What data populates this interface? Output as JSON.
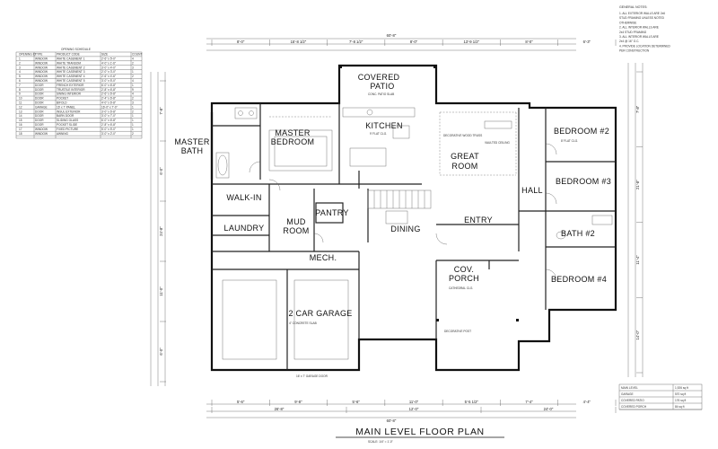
{
  "drawing": {
    "title": "MAIN LEVEL FLOOR PLAN",
    "scale": "SCALE: 1/4\" = 1'-0\""
  },
  "rooms": {
    "covered_patio": [
      "COVERED",
      "PATIO"
    ],
    "master_bath": [
      "MASTER",
      "BATH"
    ],
    "master_bedroom": [
      "MASTER",
      "BEDROOM"
    ],
    "kitchen": "KITCHEN",
    "great_room": [
      "GREAT",
      "ROOM"
    ],
    "bedroom2": "BEDROOM #2",
    "bedroom3": "BEDROOM #3",
    "hall": "HALL",
    "walk_in": "WALK-IN",
    "mud_room": [
      "MUD",
      "ROOM"
    ],
    "laundry": "LAUNDRY",
    "pantry": "PANTRY",
    "dining": "DINING",
    "entry": "ENTRY",
    "bath2": "BATH #2",
    "mech": "MECH.",
    "cov_porch": [
      "COV.",
      "PORCH"
    ],
    "bedroom4": "BEDROOM #4",
    "garage": "2 CAR GARAGE"
  },
  "dimensions": {
    "overall_top": "60'-8\"",
    "overall_bottom": "60'-8\"",
    "top_row": [
      "8'-0\"",
      "15'-8 1/2\"",
      "7'-8 1/2\"",
      "8'-0\"",
      "13'-9 1/2\"",
      "8'-0\"",
      "6'-3\""
    ],
    "bottom_row": [
      "5'-6\"",
      "9'-8\"",
      "5'-6\"",
      "11'-0\"",
      "5'-5 1/2\"",
      "7'-4\"",
      "4'-4\""
    ],
    "bottom_row2": [
      "26'-8\"",
      "12'-0\"",
      "24'-0\""
    ],
    "left_col": [
      "7'-8\"",
      "6'-0\"",
      "24'-8\"",
      "11'-0\"",
      "6'-0\""
    ],
    "right_col": [
      "7'-8\"",
      "21'-8\"",
      "11'-4\"",
      "14'-0\""
    ]
  },
  "window_schedule": {
    "title": "OPENING SCHEDULE",
    "headers": [
      "OPENING ID",
      "TYPE",
      "PRODUCT CODE",
      "SIZE",
      "COUNT"
    ],
    "rows": [
      [
        "1",
        "WINDOW",
        "WHITE CASEMENT 1",
        "2'-6\" x 5'-0\"",
        "4"
      ],
      [
        "2",
        "WINDOW",
        "WHITE TRANSOM",
        "4'-0\" x 1'-6\"",
        "2"
      ],
      [
        "3",
        "WINDOW",
        "WHITE CASEMENT 2",
        "3'-0\" x 4'-0\"",
        "3"
      ],
      [
        "4",
        "WINDOW",
        "WHITE CASEMENT 3",
        "2'-0\" x 3'-0\"",
        "1"
      ],
      [
        "5",
        "WINDOW",
        "WHITE CASEMENT 4",
        "2'-6\" x 4'-6\"",
        "2"
      ],
      [
        "6",
        "WINDOW",
        "WHITE CASEMENT 5",
        "3'-0\" x 5'-0\"",
        "4"
      ],
      [
        "7",
        "DOOR",
        "FRENCH EXTERIOR",
        "6'-0\" x 6'-8\"",
        "1"
      ],
      [
        "8",
        "DOOR",
        "TRUSTILE INTERIOR",
        "2'-8\" x 6'-8\"",
        "9"
      ],
      [
        "9",
        "DOOR",
        "SWING INTERIOR",
        "2'-6\" x 6'-8\"",
        "4"
      ],
      [
        "10",
        "DOOR",
        "POCKET",
        "2'-4\" x 6'-8\"",
        "2"
      ],
      [
        "11",
        "DOOR",
        "BIFOLD",
        "4'-0\" x 6'-8\"",
        "3"
      ],
      [
        "12",
        "GARAGE",
        "16' x 7' PANEL",
        "16'-0\" x 7'-0\"",
        "1"
      ],
      [
        "13",
        "DOOR",
        "INSUL EXTERIOR",
        "3'-0\" x 6'-8\"",
        "2"
      ],
      [
        "14",
        "DOOR",
        "BARN DOOR",
        "3'-0\" x 7'-0\"",
        "1"
      ],
      [
        "15",
        "DOOR",
        "SLIDING GLASS",
        "6'-0\" x 6'-8\"",
        "1"
      ],
      [
        "16",
        "DOOR",
        "POCKET SLIDE",
        "2'-8\" x 6'-8\"",
        "1"
      ],
      [
        "17",
        "WINDOW",
        "FIXED PICTURE",
        "5'-0\" x 5'-0\"",
        "1"
      ],
      [
        "18",
        "WINDOW",
        "AWNING",
        "3'-0\" x 2'-0\"",
        "2"
      ]
    ]
  },
  "general_notes": {
    "title": "GENERAL NOTES:",
    "lines": [
      "1. ALL EXTERIOR WALLS ARE 2x6",
      "STUD FRAMING UNLESS NOTED",
      "OTHERWISE",
      "2. ALL INTERIOR WALLS ARE",
      "2x4 STUD FRAMING",
      "3. ALL INTERIOR WALLS ARE",
      "2x4 @ 16\" O.C.",
      "4. PROVIDE LOCATION DETERMINED",
      "PER CONSTRUCTION"
    ]
  },
  "area_summary": {
    "rows": [
      [
        "MAIN LEVEL",
        "1,926 sq ft"
      ],
      [
        "GARAGE",
        "570 sq ft"
      ],
      [
        "COVERED PATIO",
        "176 sq ft"
      ],
      [
        "COVERED PORCH",
        "84 sq ft"
      ]
    ]
  },
  "notes": {
    "patio_slab": "CONC. PATIO SLAB",
    "kitchen_clg": "9' FLAT CLG.",
    "great_clg": "DECORATIVE WOOD TRUSS",
    "vaulted": "VAULTED CEILING",
    "garage_slab": "4\" CONCRETE SLAB",
    "garage_door": "16' x 7' GARAGE DOOR",
    "porch_clg": "CATHEDRAL CLG.",
    "bed_clg": "8' FLAT CLG.",
    "dec_post": "DECORATIVE POST"
  }
}
